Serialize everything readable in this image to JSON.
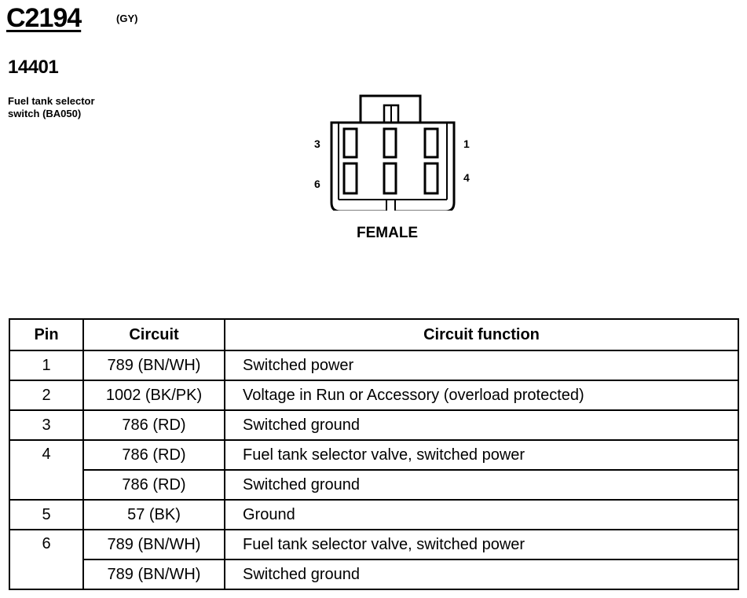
{
  "header": {
    "connector_id": "C2194",
    "color_code": "(GY)",
    "part_number": "14401",
    "description_line1": "Fuel tank selector",
    "description_line2": "switch (BA050)"
  },
  "connector": {
    "pin_label_top_left": "3",
    "pin_label_top_right": "1",
    "pin_label_bottom_left": "6",
    "pin_label_bottom_right": "4",
    "gender": "FEMALE"
  },
  "table": {
    "headers": {
      "pin": "Pin",
      "circuit": "Circuit",
      "function": "Circuit function"
    },
    "rows": [
      {
        "pin": "1",
        "circuit": "789 (BN/WH)",
        "function": "Switched power"
      },
      {
        "pin": "2",
        "circuit": "1002 (BK/PK)",
        "function": "Voltage in Run or Accessory (overload protected)"
      },
      {
        "pin": "3",
        "circuit": "786 (RD)",
        "function": "Switched ground"
      },
      {
        "pin": "4",
        "circuit": "786 (RD)",
        "function": "Fuel tank selector valve, switched power"
      },
      {
        "pin": "",
        "circuit": "786 (RD)",
        "function": "Switched ground"
      },
      {
        "pin": "5",
        "circuit": "57 (BK)",
        "function": "Ground"
      },
      {
        "pin": "6",
        "circuit": "789 (BN/WH)",
        "function": "Fuel tank selector valve, switched power"
      },
      {
        "pin": "",
        "circuit": "789 (BN/WH)",
        "function": "Switched ground"
      }
    ]
  }
}
